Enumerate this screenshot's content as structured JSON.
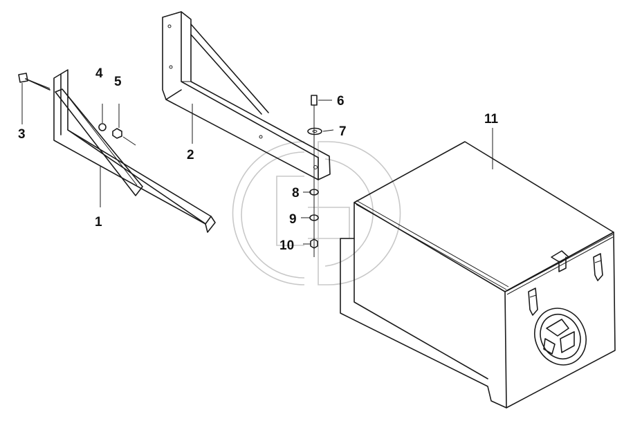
{
  "colors": {
    "line": "#1a1a1a",
    "background": "#ffffff",
    "watermark": "#c8c8c8"
  },
  "callouts": [
    "1",
    "2",
    "3",
    "4",
    "5",
    "6",
    "7",
    "8",
    "9",
    "10",
    "11"
  ],
  "icons": {
    "watermark": "circular-logo-watermark",
    "box-emblem": "round-brand-emblem"
  }
}
